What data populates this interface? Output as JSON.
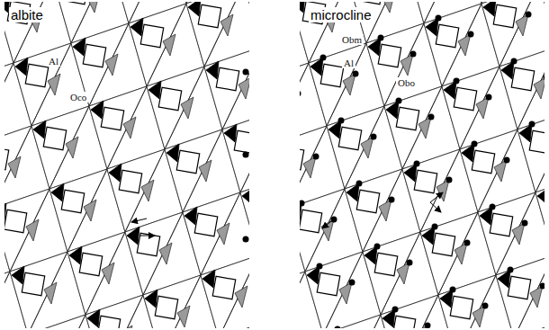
{
  "diagram": {
    "labels": [
      "albite",
      "microcline",
      "Obm",
      "Al",
      "Al",
      "Obo",
      "Oco"
    ]
  }
}
